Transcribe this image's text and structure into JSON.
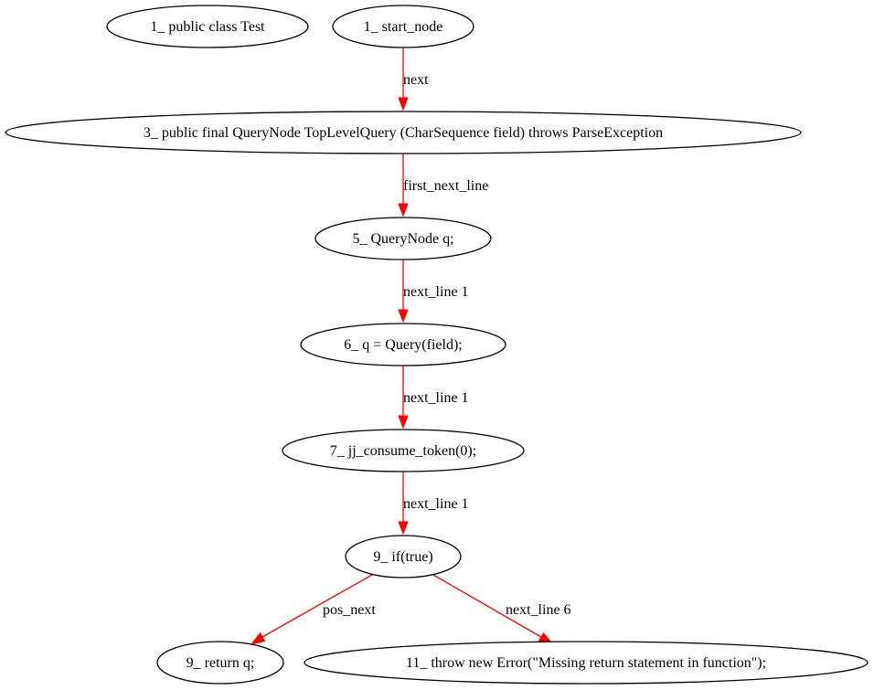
{
  "graph": {
    "nodes": {
      "n_class": "1_ public class Test",
      "n_start": "1_ start_node",
      "n_method": "3_  public final QueryNode TopLevelQuery (CharSequence field) throws ParseException",
      "n_decl": "5_ QueryNode q;",
      "n_assign": "6_ q = Query(field);",
      "n_consume": "7_ jj_consume_token(0);",
      "n_if": "9_ if(true)",
      "n_return": "9_ return q;",
      "n_throw": "11_ throw new Error(\"Missing return statement in function\");"
    },
    "edges": {
      "e1": "next",
      "e2": "first_next_line",
      "e3": "next_line 1",
      "e4": "next_line 1",
      "e5": "next_line 1",
      "e6": "pos_next",
      "e7": "next_line 6"
    },
    "colors": {
      "edge": "#ff0000",
      "node_stroke": "#000000",
      "background": "#ffffff"
    }
  }
}
